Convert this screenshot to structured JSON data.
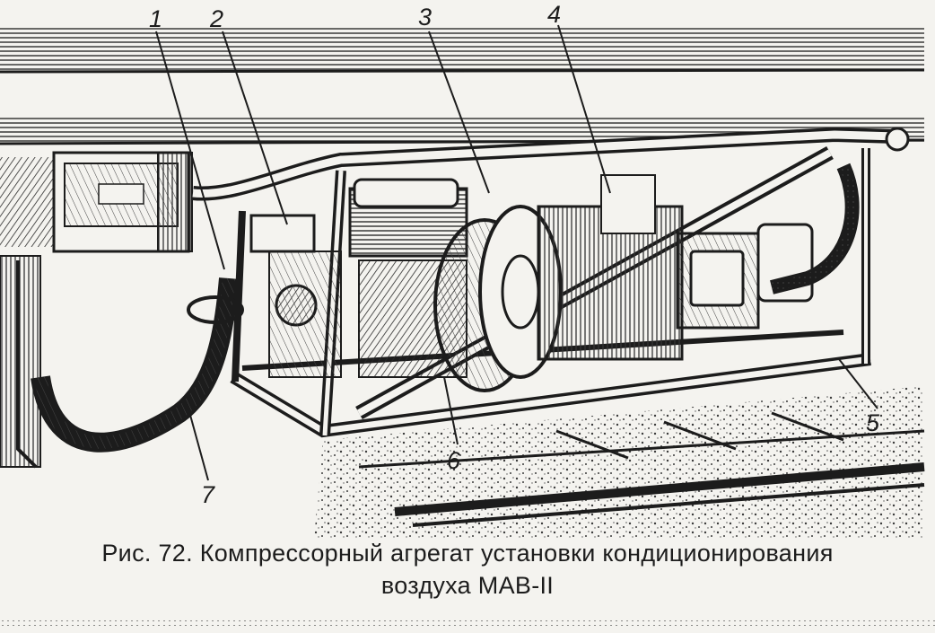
{
  "figure": {
    "callouts": [
      {
        "id": "c1",
        "label": "1"
      },
      {
        "id": "c2",
        "label": "2"
      },
      {
        "id": "c3",
        "label": "3"
      },
      {
        "id": "c4",
        "label": "4"
      },
      {
        "id": "c5",
        "label": "5"
      },
      {
        "id": "c6",
        "label": "6"
      },
      {
        "id": "c7",
        "label": "7"
      }
    ]
  },
  "caption": {
    "line1": "Рис. 72. Компрессорный агрегат установки кондиционирования",
    "line2": "воздуха МАВ-II"
  },
  "colors": {
    "ink": "#1c1c1c",
    "paper": "#f4f3ef"
  }
}
